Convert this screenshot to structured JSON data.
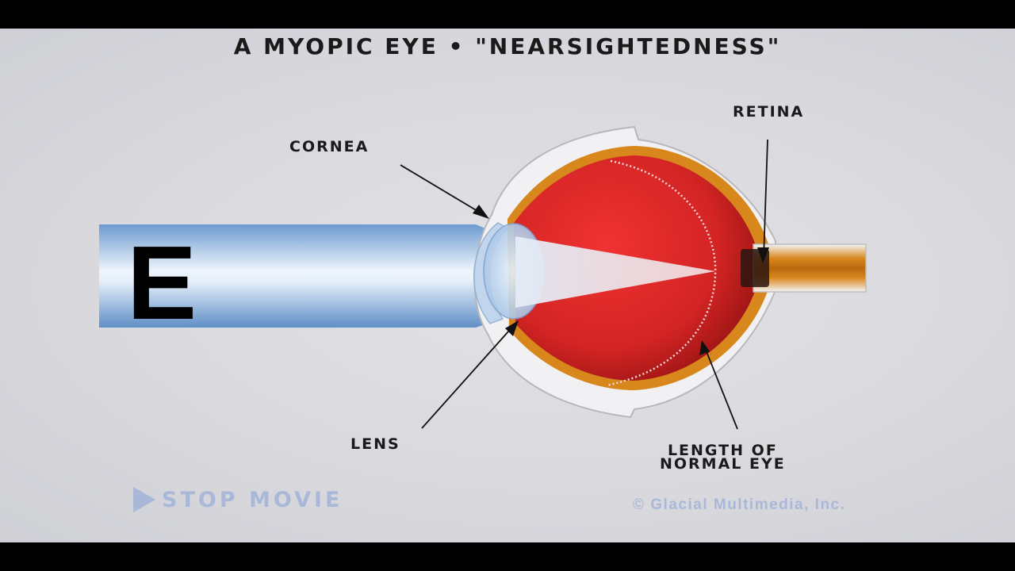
{
  "diagram": {
    "title": "A MYOPIC EYE • \"NEARSIGHTEDNESS\"",
    "chart_letter": "E",
    "labels": {
      "cornea": "CORNEA",
      "retina": "RETINA",
      "lens": "LENS",
      "normal_eye_line1": "LENGTH OF",
      "normal_eye_line2": "NORMAL EYE"
    }
  },
  "controls": {
    "stop_movie_label": "STOP MOVIE",
    "play_icon": "play-triangle-icon"
  },
  "footer": {
    "copyright": "© Glacial Multimedia, Inc."
  },
  "colors": {
    "letterbox": "#000000",
    "background": "#dcdce0",
    "eyeball_red": "#e02a2a",
    "eyeball_dark_red": "#b31b1b",
    "retina_orange": "#d8871c",
    "light_beam_blue": "#8fb6e0",
    "control_text": "#a9b8d8"
  }
}
